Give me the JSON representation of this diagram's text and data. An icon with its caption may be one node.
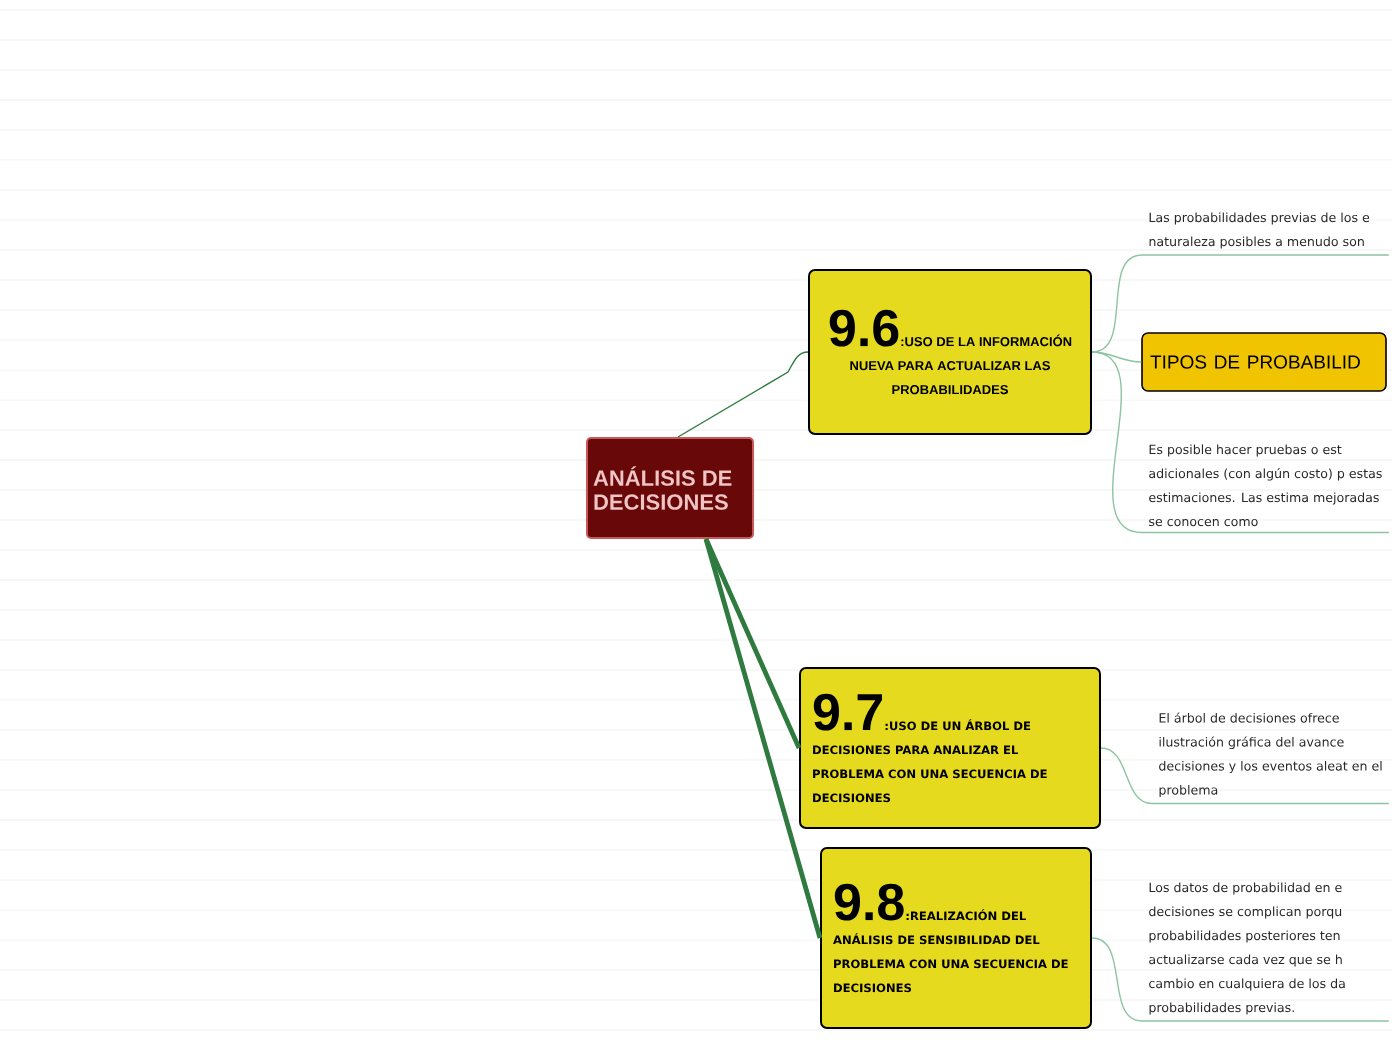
{
  "diagram": {
    "nodes": [
      {
        "text": [
          "ANÁLISIS DE DECISIONES"
        ]
      },
      {
        "text": [
          "9.6",
          ":USO DE LA INFORMACIÓN NUEVA PARA ACTUALIZAR LAS PROBABILIDADES"
        ]
      },
      {
        "text": [
          "Las probabilidades previas de los e naturaleza posibles a menudo son"
        ]
      },
      {
        "text": [
          "TIPOS DE PROBABILID"
        ]
      },
      {
        "text": [
          "Es posible hacer pruebas o est adicionales (con algún costo) p estas estimaciones. Las estima mejoradas se conocen como"
        ]
      },
      {
        "text": [
          "9.7",
          ":USO DE UN ÁRBOL DE DECISIONES PARA ANALIZAR EL PROBLEMA CON UNA SECUENCIA DE DECISIONES"
        ]
      },
      {
        "text": [
          "El árbol de decisiones ofrece ilustración gráfica del avance decisiones y los eventos aleat en el problema"
        ]
      },
      {
        "text": [
          "9.8",
          ":REALIZACIÓN DEL ANÁLISIS DE SENSIBILIDAD DEL PROBLEMA CON UNA SECUENCIA DE DECISIONES"
        ]
      },
      {
        "text": [
          "Los datos de probabilidad en e decisiones se complican porqu probabilidades posteriores ten actualizarse cada vez que se h cambio en cualquiera de los da probabilidades previas."
        ]
      }
    ],
    "edges": [
      {
        "from": 0,
        "to": 1,
        "arrow": "none",
        "color": "#2f7a3e"
      },
      {
        "from": 0,
        "to": 5,
        "arrow": "none",
        "style": "thick",
        "color": "#2f7a3e"
      },
      {
        "from": 0,
        "to": 7,
        "arrow": "none",
        "style": "thick",
        "color": "#2f7a3e"
      },
      {
        "from": 1,
        "to": 2,
        "arrow": "none"
      },
      {
        "from": 1,
        "to": 3,
        "arrow": "none"
      },
      {
        "from": 1,
        "to": 4,
        "arrow": "none"
      },
      {
        "from": 5,
        "to": 6,
        "arrow": "none"
      },
      {
        "from": 7,
        "to": 8,
        "arrow": "none"
      }
    ]
  }
}
